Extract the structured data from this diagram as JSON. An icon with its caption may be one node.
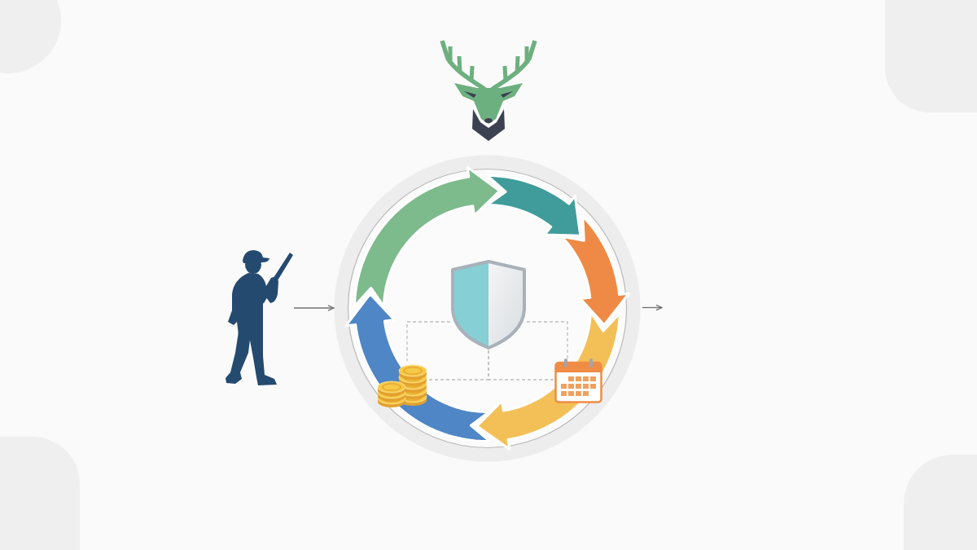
{
  "diagram": {
    "nodes": [
      {
        "text": [],
        "shape": "person"
      },
      {
        "text": [],
        "shape": "circle"
      },
      {
        "text": [],
        "shape": "shield",
        "in": 1
      },
      {
        "text": [],
        "shape": "coins",
        "in": 1
      },
      {
        "text": [],
        "shape": "calendar",
        "in": 1
      }
    ],
    "edges": [
      {
        "from": 0,
        "to": 1,
        "arrow": "to",
        "color": "#707070"
      },
      {
        "from": 1,
        "to": null,
        "arrow": "to",
        "color": "#707070"
      },
      {
        "from": 2,
        "to": 3,
        "arrow": "none",
        "style": "dashed"
      },
      {
        "from": 2,
        "to": 4,
        "arrow": "none",
        "style": "dashed"
      },
      {
        "from": 2,
        "to": 3,
        "arrow": "none",
        "style": "dashed"
      },
      {
        "from": 2,
        "to": 4,
        "arrow": "none",
        "style": "dashed"
      }
    ]
  }
}
